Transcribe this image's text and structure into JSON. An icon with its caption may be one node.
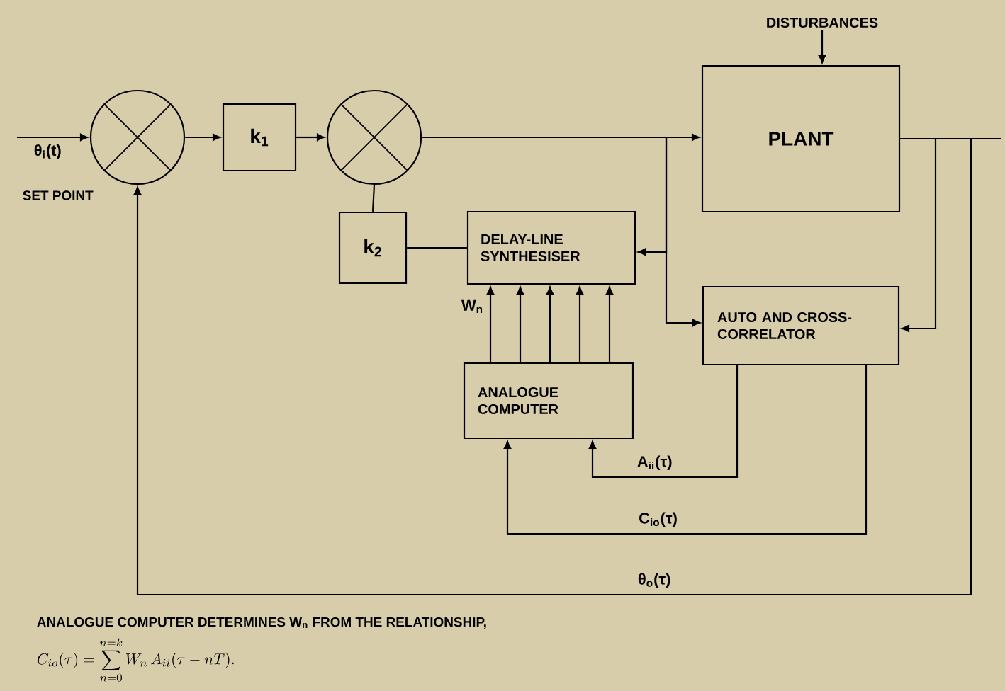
{
  "diagram": {
    "caption": "ANALOGUE COMPUTER DETERMINES W$_{n}$ FROM THE RELATIONSHIP,",
    "nodes": [
      {
        "text": [],
        "shape": "circle"
      },
      {
        "text": [
          "k$_{1}$"
        ]
      },
      {
        "text": [],
        "shape": "circle"
      },
      {
        "text": [
          "PLANT"
        ]
      },
      {
        "text": [
          "k$_{2}$"
        ]
      },
      {
        "text": [
          "DELAY-LINE SYNTHESISER"
        ]
      },
      {
        "text": [
          "AUTO AND CROSS-CORRELATOR"
        ]
      },
      {
        "text": [
          "ANALOGUE COMPUTER"
        ]
      },
      {
        "text": [
          "DISTURBANCES"
        ]
      }
    ],
    "edges": [
      {
        "from": null,
        "to": 0,
        "arrow": "to",
        "label": "θ$_{i}$(t)"
      },
      {
        "from": 0,
        "to": 1,
        "arrow": "to"
      },
      {
        "from": 1,
        "to": 2,
        "arrow": "to"
      },
      {
        "from": 2,
        "to": 3,
        "arrow": "to"
      },
      {
        "from": 2,
        "to": 5,
        "arrow": "to"
      },
      {
        "from": 2,
        "to": 6,
        "arrow": "to"
      },
      {
        "from": 8,
        "to": 3,
        "arrow": "to"
      },
      {
        "from": 3,
        "to": null,
        "arrow": "none"
      },
      {
        "from": 3,
        "to": 6,
        "arrow": "to"
      },
      {
        "from": 3,
        "to": 0,
        "arrow": "to",
        "label": "θ$_{o}$(τ)"
      },
      {
        "from": 6,
        "to": 7,
        "arrow": "to",
        "label": "A$_{ii}$(τ)"
      },
      {
        "from": 6,
        "to": 7,
        "arrow": "to",
        "label": "C$_{io}$(τ)"
      },
      {
        "from": 7,
        "to": 5,
        "arrow": "to",
        "label": "W$_{n}$"
      },
      {
        "from": 7,
        "to": 5,
        "arrow": "to"
      },
      {
        "from": 7,
        "to": 5,
        "arrow": "to"
      },
      {
        "from": 7,
        "to": 5,
        "arrow": "to"
      },
      {
        "from": 7,
        "to": 5,
        "arrow": "to"
      },
      {
        "from": 5,
        "to": 4,
        "arrow": "none"
      },
      {
        "from": 4,
        "to": 2,
        "arrow": "none"
      }
    ],
    "labels": [
      "SET POINT",
      "C_{io}(\\tau)=\\sum_{n=0}^{n=k} W_n\\, A_{ii}(\\tau-nT)."
    ]
  }
}
